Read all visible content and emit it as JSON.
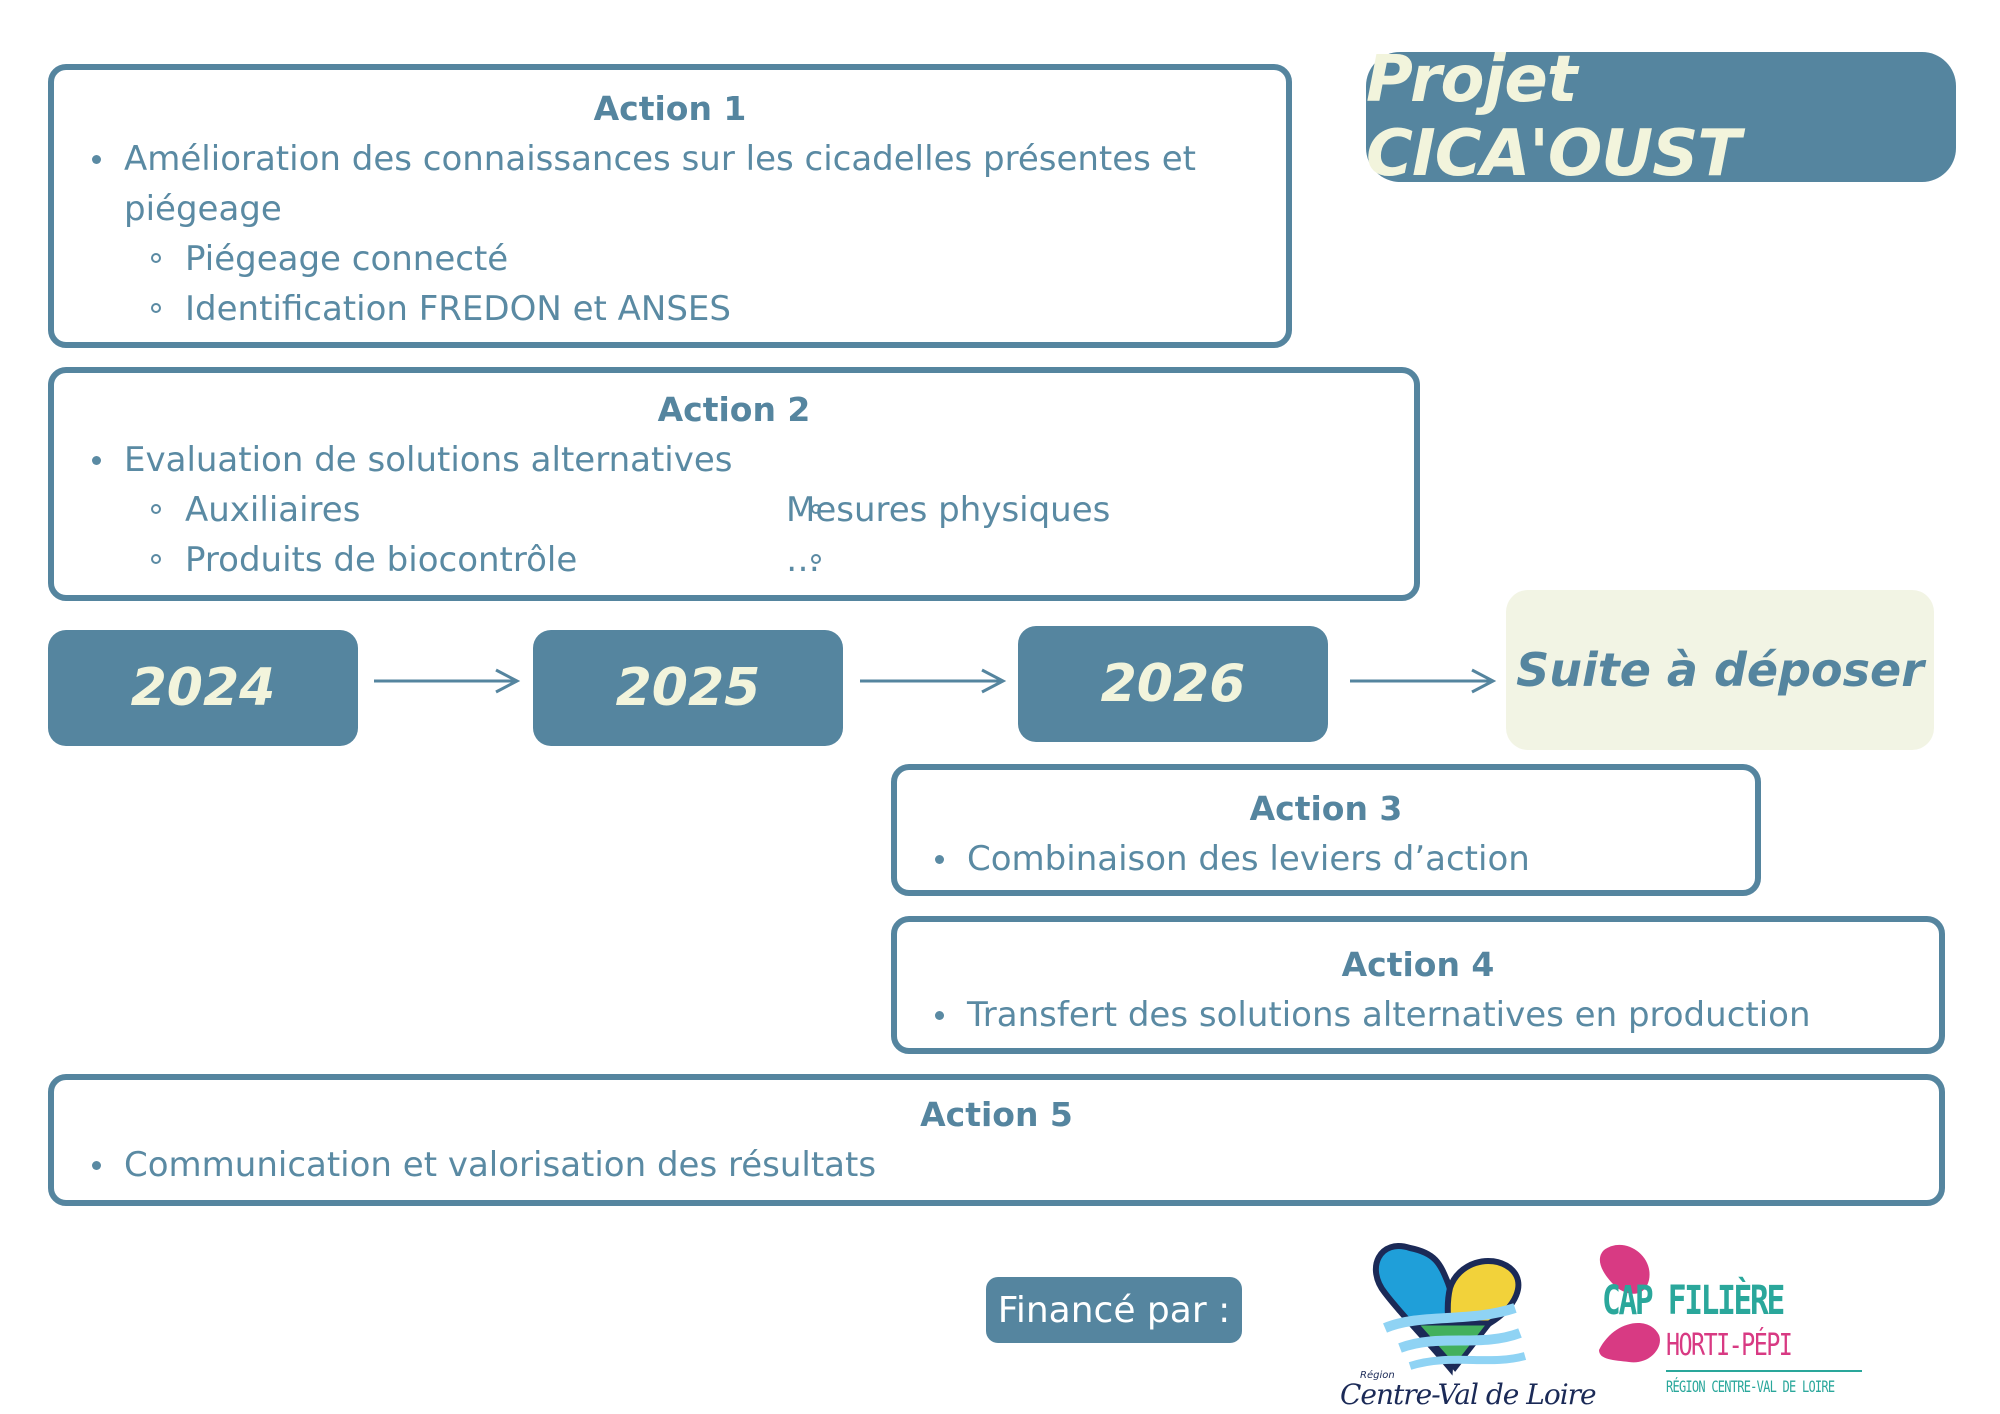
{
  "title": "Projet CICA'OUST",
  "actions": [
    {
      "title": "Action 1",
      "bullet": "Amélioration des connaissances sur les cicadelles présentes et",
      "bullet_cont": "piégeage",
      "sub": [
        "Piégeage connecté",
        "Identification FREDON et ANSES"
      ]
    },
    {
      "title": "Action 2",
      "bullet": "Evaluation de solutions alternatives",
      "sub_left": [
        "Auxiliaires",
        "Produits de biocontrôle"
      ],
      "sub_right": [
        "Mesures physiques",
        "…"
      ]
    },
    {
      "title": "Action 3",
      "bullet": "Combinaison des leviers d’action"
    },
    {
      "title": "Action 4",
      "bullet": "Transfert des solutions alternatives en production"
    },
    {
      "title": "Action 5",
      "bullet": "Communication et valorisation des résultats"
    }
  ],
  "timeline": {
    "years": [
      "2024",
      "2025",
      "2026"
    ],
    "next": "Suite à déposer"
  },
  "funding": {
    "label": "Financé par :",
    "region_logo": {
      "text_small": "Région",
      "text": "Centre-Val de Loire"
    },
    "cap_logo": {
      "line1": "CAP FILIÈRE",
      "line2": "HORTI-PÉPI",
      "line3": "RÉGION CENTRE-VAL DE LOIRE"
    }
  },
  "colors": {
    "primary": "#55859f",
    "text": "#5a8aa3",
    "cream": "#f2f4dc",
    "suite_bg": "#f2f4e4",
    "logo_pink": "#d83a83",
    "logo_teal": "#2aa79b"
  }
}
